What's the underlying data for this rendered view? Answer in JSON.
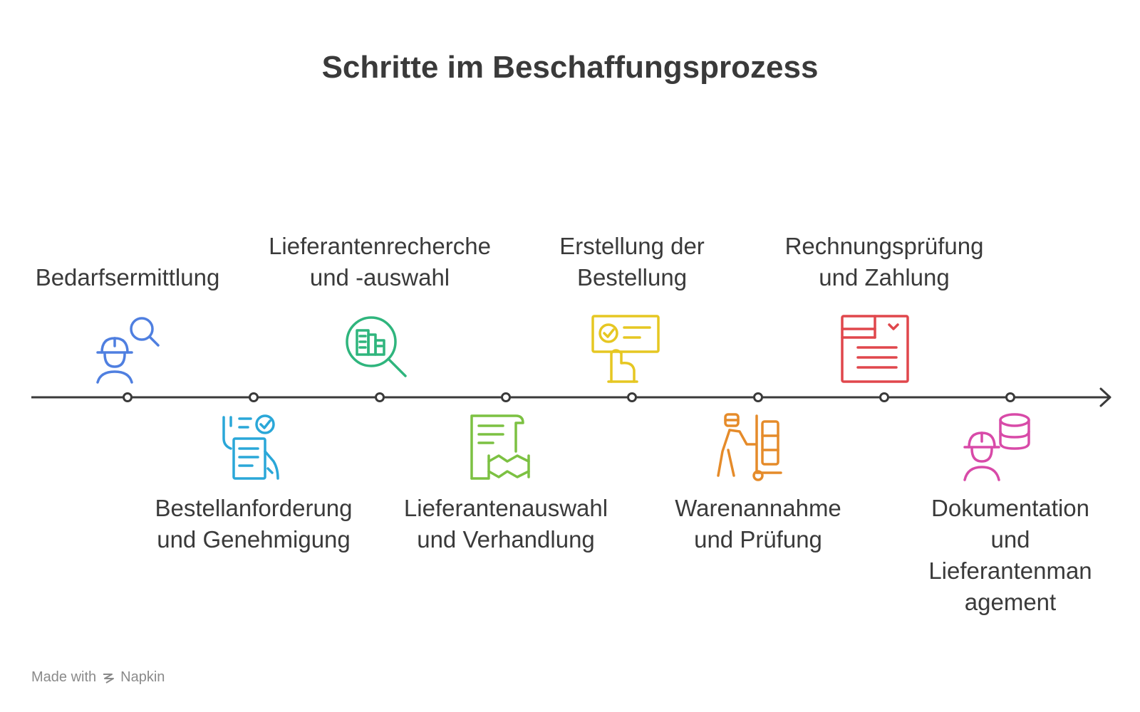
{
  "title": "Schritte im Beschaffungsprozess",
  "steps": [
    {
      "label": "Bedarfsermittlung",
      "color": "#4f7fe0",
      "icon": "worker-search-icon"
    },
    {
      "label": "Bestellanforderung\nund Genehmigung",
      "color": "#2aa7d8",
      "icon": "checklist-hand-icon"
    },
    {
      "label": "Lieferantenrecherche\nund -auswahl",
      "color": "#2fb57d",
      "icon": "building-magnifier-icon"
    },
    {
      "label": "Lieferantenauswahl\nund Verhandlung",
      "color": "#7cc142",
      "icon": "contract-handshake-icon"
    },
    {
      "label": "Erstellung der\nBestellung",
      "color": "#e6c722",
      "icon": "order-screen-icon"
    },
    {
      "label": "Warenannahme\nund Prüfung",
      "color": "#e58b2a",
      "icon": "worker-handtruck-icon"
    },
    {
      "label": "Rechnungsprüfung\nund Zahlung",
      "color": "#e0474c",
      "icon": "invoice-document-icon"
    },
    {
      "label": "Dokumentation\nund\nLieferantenman\nagement",
      "color": "#d84aa8",
      "icon": "worker-database-icon"
    }
  ],
  "timeline_color": "#3a3a3a",
  "footer": {
    "made_with": "Made with",
    "brand": "Napkin"
  }
}
